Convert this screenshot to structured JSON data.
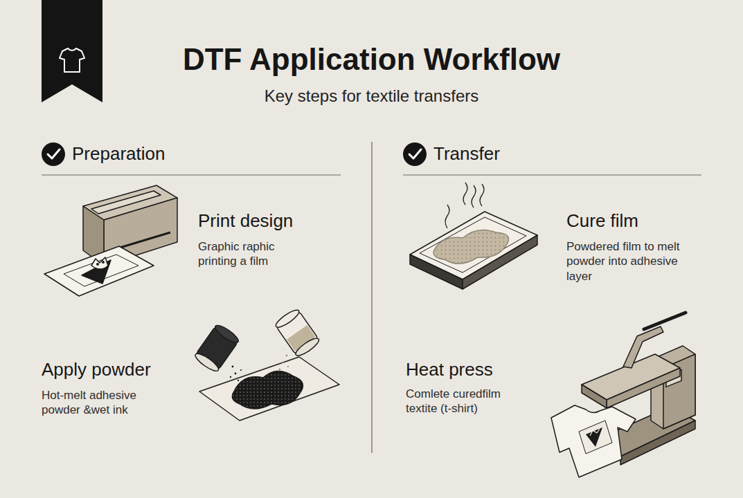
{
  "diagram": {
    "title": "DTF Application Workflow",
    "labels": [
      "Key steps for textile transfers",
      "Preparation",
      "Transfer",
      "Print design",
      "Graphic raphic printing a film",
      "Apply powder",
      "Hot-melt adhesive powder &wet ink",
      "Cure film",
      "Powdered film to melt powder into adhesive layer",
      "Heat press",
      "Comlete curedfilm textite (t-shirt)"
    ]
  }
}
